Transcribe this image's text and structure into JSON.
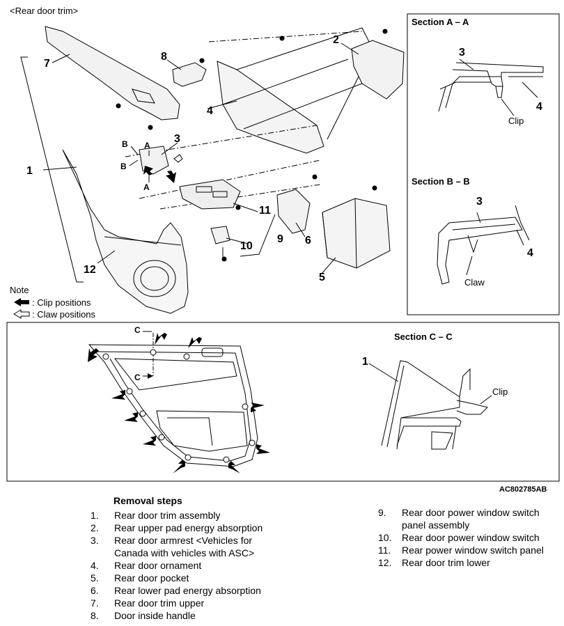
{
  "diagram": {
    "title": "<Rear door trim>",
    "part_callouts": [
      "1",
      "2",
      "3",
      "4",
      "5",
      "6",
      "7",
      "8",
      "9",
      "10",
      "11",
      "12"
    ],
    "section_a": {
      "title": "Section A – A",
      "num_left": "3",
      "num_right": "4",
      "clip": "Clip"
    },
    "section_b": {
      "title": "Section B – B",
      "num_left": "3",
      "num_right": "4",
      "claw": "Claw"
    },
    "section_c": {
      "title": "Section C – C",
      "num": "1",
      "clip": "Clip"
    },
    "pointers": {
      "a": "A",
      "b": "B",
      "c": "C"
    },
    "note": {
      "title": "Note",
      "clip_positions": ": Clip positions",
      "claw_positions": ": Claw positions"
    },
    "figure_code": "AC802785AB"
  },
  "removal": {
    "title": "Removal steps",
    "steps": [
      {
        "n": "1.",
        "text": "Rear door trim assembly"
      },
      {
        "n": "2.",
        "text": "Rear upper pad energy absorption"
      },
      {
        "n": "3.",
        "text": "Rear door armrest <Vehicles for Canada with vehicles with ASC>"
      },
      {
        "n": "4.",
        "text": "Rear door ornament"
      },
      {
        "n": "5.",
        "text": "Rear door pocket"
      },
      {
        "n": "6.",
        "text": "Rear lower pad energy absorption"
      },
      {
        "n": "7.",
        "text": "Rear door trim upper"
      },
      {
        "n": "8.",
        "text": "Door inside handle"
      },
      {
        "n": "9.",
        "text": "Rear door power window switch panel assembly"
      },
      {
        "n": "10.",
        "text": "Rear door power window switch"
      },
      {
        "n": "11.",
        "text": "Rear power window switch panel"
      },
      {
        "n": "12.",
        "text": "Rear door trim lower"
      }
    ]
  }
}
